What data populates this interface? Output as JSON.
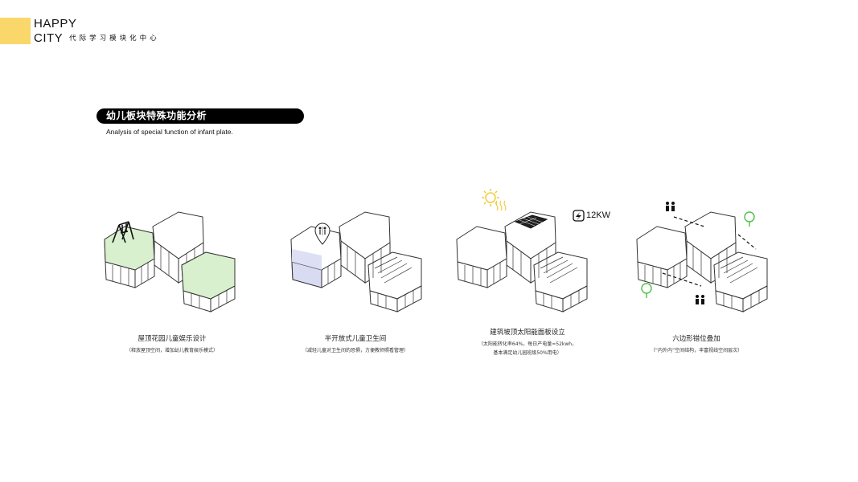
{
  "header": {
    "logo_line1": "HAPPY",
    "logo_line2": "CITY",
    "logo_subtitle": "代际学习模块化中心",
    "accent_color": "#f9d76a"
  },
  "section": {
    "title": "幼儿板块特殊功能分析",
    "subtitle": "Analysis of special function of infant plate."
  },
  "panels": [
    {
      "icon": "swing-icon",
      "highlight_color": "#d9f0cf",
      "title": "屋顶花园儿童娱乐设计",
      "note_lines": [
        "（释放屋顶空间，增加幼儿教育娱乐模式）"
      ]
    },
    {
      "icon": "restroom-pin-icon",
      "highlight_color": "#d9dbf3",
      "title": "半开放式儿童卫生间",
      "note_lines": [
        "（减轻儿童对卫生间的恐惧，方便教师照看管理）"
      ]
    },
    {
      "icon": "sun-icon",
      "title": "建筑坡顶太阳能面板设立",
      "power_label": "12KW",
      "note_lines": [
        "（太阳能转化率64%，每日产电量≈52kwh，",
        "基本满足幼儿园班级50%用电）"
      ]
    },
    {
      "icon": "people-icon",
      "highlight_color": "#4fc043",
      "title": "六边形错位叠加",
      "note_lines": [
        "（“内外内”空间结构，丰富视线空间层次）"
      ]
    }
  ]
}
